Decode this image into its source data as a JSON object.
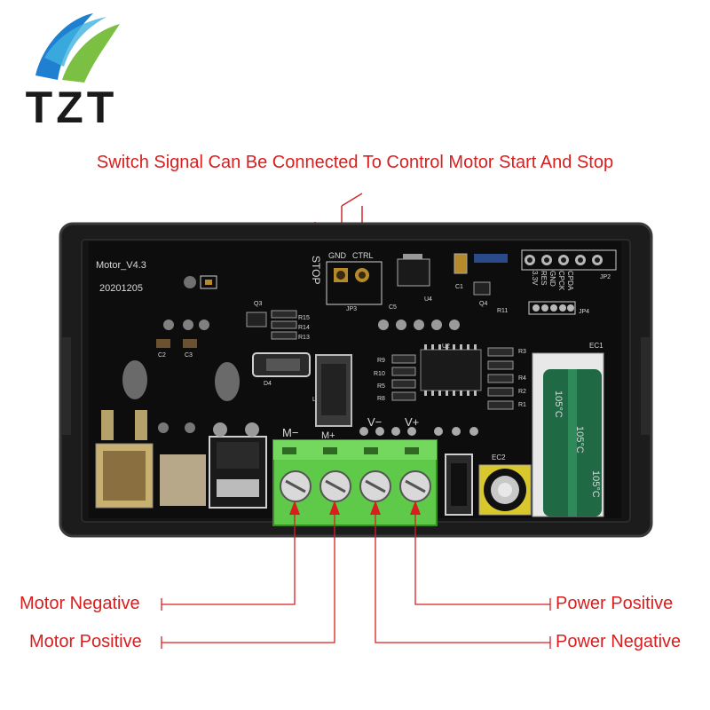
{
  "brand": {
    "logo_text": "TZT"
  },
  "headline": "Switch Signal Can Be Connected To Control Motor Start And Stop",
  "labels": {
    "motor_negative": "Motor Negative",
    "motor_positive": "Motor Positive",
    "power_positive": "Power Positive",
    "power_negative": "Power Negative"
  },
  "board": {
    "model": "Motor_V4.3",
    "date": "20201205",
    "stop": "STOP",
    "gnd": "GND",
    "ctrl": "CTRL",
    "jp3": "JP3",
    "jp2": "JP2",
    "jp4": "JP4",
    "u2": "U2",
    "u4": "U4",
    "q3": "Q3",
    "q4": "Q4",
    "d4": "D4",
    "l1": "L1",
    "c1": "C1",
    "c2": "C2",
    "c3": "C3",
    "c5": "C5",
    "ec1": "EC1",
    "ec2": "EC2",
    "r11": "R11",
    "r13": "R13",
    "r14": "R14",
    "r15": "R15",
    "r9": "R9",
    "r10": "R10",
    "r5": "R5",
    "r8": "R8",
    "r3": "R3",
    "r2": "R2",
    "r4": "R4",
    "r1": "R1",
    "terminal_m": "M−",
    "terminal_mplus": "M+",
    "terminal_vminus": "V−",
    "terminal_vplus": "V+",
    "jp2_pins": [
      "CPDA",
      "CPCK",
      "GND",
      "RES",
      "3.3V"
    ],
    "cap_text": "105°C"
  },
  "colors": {
    "accent_red": "#d81e1e",
    "terminal_green": "#5fc94a",
    "pcb_black": "#141414",
    "logo_blue": "#1f7fd0",
    "logo_green": "#7bc043"
  }
}
